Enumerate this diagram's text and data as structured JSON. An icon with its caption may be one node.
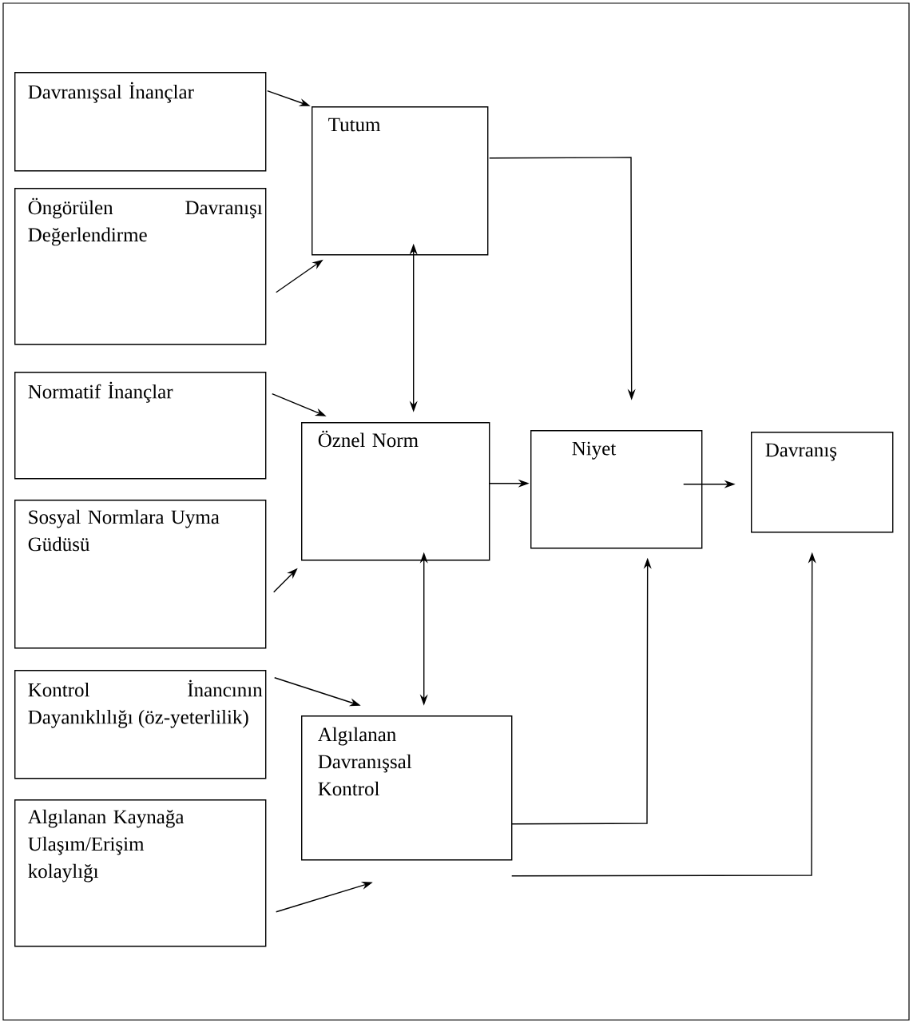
{
  "diagram": {
    "nodes": [
      {
        "text": [
          "Davranışsal İnançlar"
        ]
      },
      {
        "text": [
          "Öngörülen Davranışı Değerlendirme"
        ]
      },
      {
        "text": [
          "Normatif İnançlar"
        ]
      },
      {
        "text": [
          "Sosyal Normlara Uyma Güdüsü"
        ]
      },
      {
        "text": [
          "Kontrol İnancının Dayanıklılığı (öz-yeterlilik)"
        ]
      },
      {
        "text": [
          "Algılanan Kaynağa Ulaşım/Erişim kolaylığı"
        ]
      },
      {
        "text": [
          "Tutum"
        ]
      },
      {
        "text": [
          "Öznel Norm"
        ]
      },
      {
        "text": [
          "Niyet"
        ]
      },
      {
        "text": [
          "Davranış"
        ]
      },
      {
        "text": [
          "Algılanan Davranışsal Kontrol"
        ]
      }
    ],
    "edges": [
      {
        "from": 0,
        "to": 6,
        "arrow": "to"
      },
      {
        "from": 1,
        "to": 6,
        "arrow": "to"
      },
      {
        "from": 2,
        "to": 7,
        "arrow": "to"
      },
      {
        "from": 3,
        "to": 7,
        "arrow": "to"
      },
      {
        "from": 4,
        "to": 10,
        "arrow": "to"
      },
      {
        "from": 5,
        "to": 10,
        "arrow": "to"
      },
      {
        "from": 6,
        "to": 7,
        "arrow": "both"
      },
      {
        "from": 6,
        "to": 8,
        "arrow": "to"
      },
      {
        "from": 7,
        "to": 8,
        "arrow": "to"
      },
      {
        "from": 8,
        "to": 9,
        "arrow": "to"
      },
      {
        "from": 7,
        "to": 10,
        "arrow": "both"
      },
      {
        "from": 10,
        "to": 8,
        "arrow": "to"
      },
      {
        "from": 10,
        "to": 9,
        "arrow": "to"
      }
    ]
  }
}
